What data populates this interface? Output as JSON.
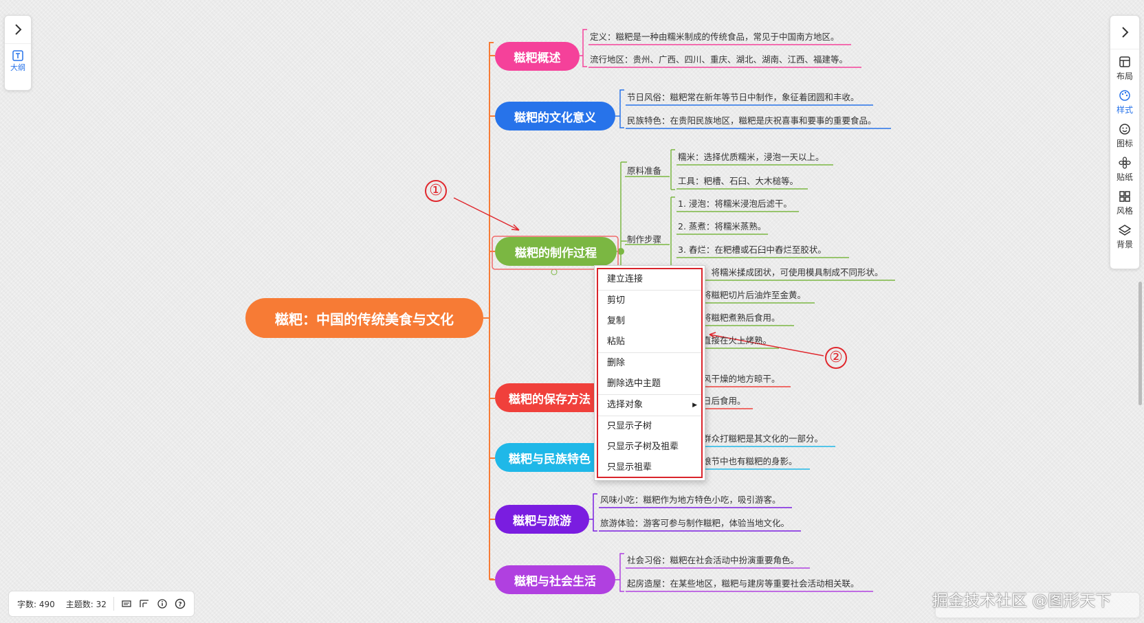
{
  "root": {
    "label": "糍粑：中国的传统美食与文化",
    "color": "#f77b35"
  },
  "branches": [
    {
      "label": "糍粑概述",
      "color": "#f5419a",
      "leaves": [
        "定义：糍粑是一种由糯米制成的传统食品，常见于中国南方地区。",
        "流行地区：贵州、广西、四川、重庆、湖北、湖南、江西、福建等。"
      ]
    },
    {
      "label": "糍粑的文化意义",
      "color": "#2773ea",
      "leaves": [
        "节日风俗：糍粑常在新年等节日中制作，象征着团圆和丰收。",
        "民族特色：在贵阳民族地区，糍粑是庆祝喜事和要事的重要食品。"
      ]
    },
    {
      "label": "糍粑的制作过程",
      "color": "#7bb742",
      "subs": [
        {
          "label": "原料准备",
          "leaves": [
            "糯米：选择优质糯米，浸泡一天以上。",
            "工具：粑槽、石臼、大木槌等。"
          ]
        },
        {
          "label": "制作步骤",
          "leaves": [
            "1. 浸泡：将糯米浸泡后滤干。",
            "2. 蒸煮：将糯米蒸熟。",
            "3. 舂烂：在粑槽或石臼中舂烂至胶状。",
            "：将糯米揉成团状，可使用模具制成不同形状。"
          ]
        }
      ],
      "extra_leaves": [
        "将糍粑切片后油炸至金黄。",
        "将糍粑煮熟后食用。",
        "直接在火上烤熟。"
      ]
    },
    {
      "label": "糍粑的保存方法",
      "color": "#f0403b",
      "leaves": [
        "风干燥的地方晾干。",
        "日后食用。"
      ]
    },
    {
      "label": "糍粑与民族特色",
      "color": "#1fb8e8",
      "leaves": [
        "群众打糍粑是其文化的一部分。",
        "娘节中也有糍粑的身影。"
      ]
    },
    {
      "label": "糍粑与旅游",
      "color": "#7a1de0",
      "leaves": [
        "风味小吃：糍粑作为地方特色小吃，吸引游客。",
        "旅游体验：游客可参与制作糍粑，体验当地文化。"
      ]
    },
    {
      "label": "糍粑与社会生活",
      "color": "#b040e0",
      "leaves": [
        "社会习俗：糍粑在社会活动中扮演重要角色。",
        "起房造屋：在某些地区，糍粑与建房等重要社会活动相关联。"
      ]
    }
  ],
  "context_menu": [
    "建立连接",
    "剪切",
    "复制",
    "粘贴",
    "删除",
    "删除选中主题",
    "选择对象",
    "只显示子树",
    "只显示子树及祖辈",
    "只显示祖辈"
  ],
  "left_panel": {
    "outline_label": "大纲"
  },
  "right_panel": [
    "布局",
    "样式",
    "图标",
    "贴纸",
    "风格",
    "背景"
  ],
  "status": {
    "word_count": "字数: 490",
    "topic_count": "主题数: 32"
  },
  "annotations": [
    "①",
    "②"
  ],
  "watermark": "掘金技术社区 @图形天下"
}
